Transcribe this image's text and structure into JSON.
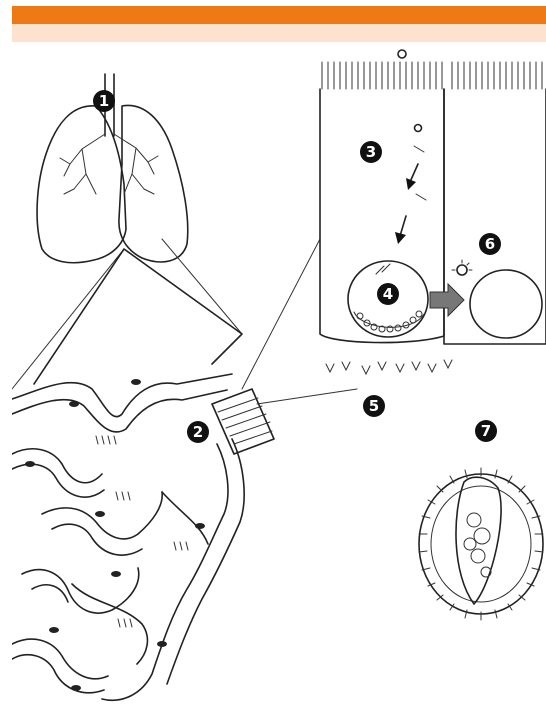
{
  "header": {
    "bar_color": "#ee7a16",
    "sub_bar_color": "#fde3cf"
  },
  "diagram": {
    "markers": [
      {
        "label": "1"
      },
      {
        "label": "2"
      },
      {
        "label": "3"
      },
      {
        "label": "4"
      },
      {
        "label": "5"
      },
      {
        "label": "6"
      },
      {
        "label": "7"
      }
    ]
  }
}
